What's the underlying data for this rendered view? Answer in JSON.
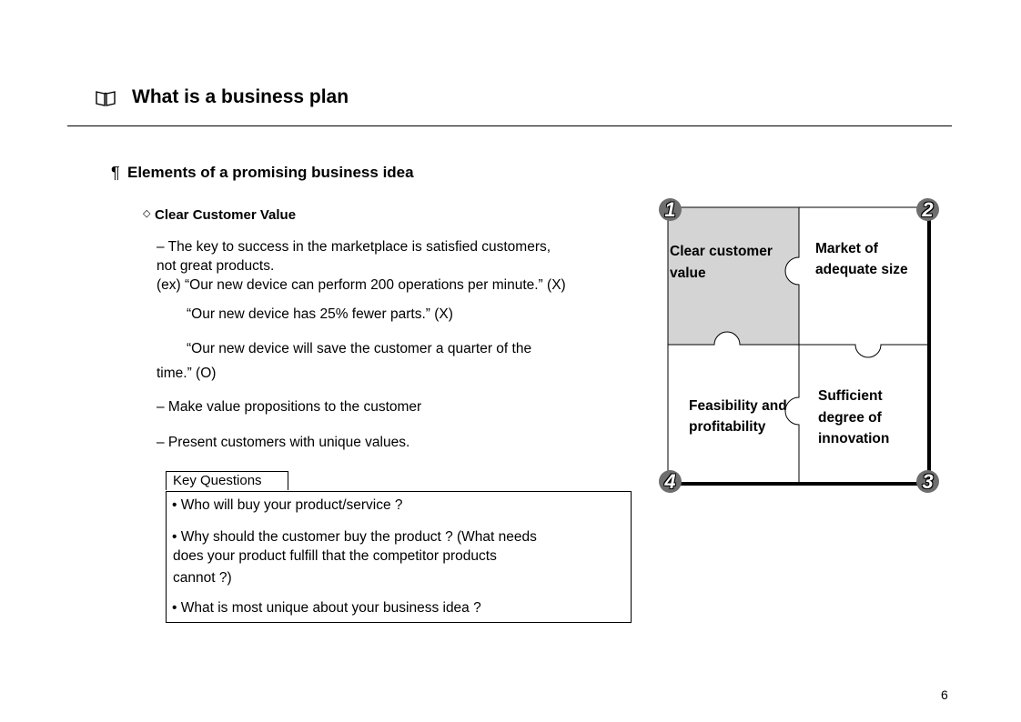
{
  "header": {
    "title": "What is a business plan",
    "icon": "book-icon"
  },
  "section": {
    "marker": "¶",
    "title": "Elements of a promising business idea"
  },
  "subsection": {
    "marker": "◇",
    "title": "Clear Customer Value"
  },
  "body": {
    "line1": "– The key to success in the marketplace is satisfied customers,",
    "line2": "not great products.",
    "line3": "(ex) “Our new device can perform 200 operations per minute.”  (X)",
    "line4": "“Our new device has 25% fewer parts.” (X)",
    "line5": "“Our new device will save the customer a quarter of the",
    "line6": "time.” (O)",
    "line7": "– Make value propositions to the customer",
    "line8": "– Present customers with unique values."
  },
  "key_questions": {
    "label": "Key Questions",
    "q1": "• Who will buy your product/service ?",
    "q2a": "• Why should the customer buy the product ? (What needs",
    "q2b": "does your product fulfill that the competitor products",
    "q2c": "cannot ?)",
    "q3": "• What is most unique about your business idea ?"
  },
  "puzzle": {
    "piece1": [
      "Clear customer",
      "value"
    ],
    "piece2": [
      "Market of",
      "adequate size"
    ],
    "piece3": [
      "Sufficient",
      "degree of",
      "innovation"
    ],
    "piece4": [
      "Feasibility and",
      "profitability"
    ],
    "numbers": [
      "1",
      "2",
      "3",
      "4"
    ],
    "highlight_color": "#d4d4d4"
  },
  "page_number": "6"
}
